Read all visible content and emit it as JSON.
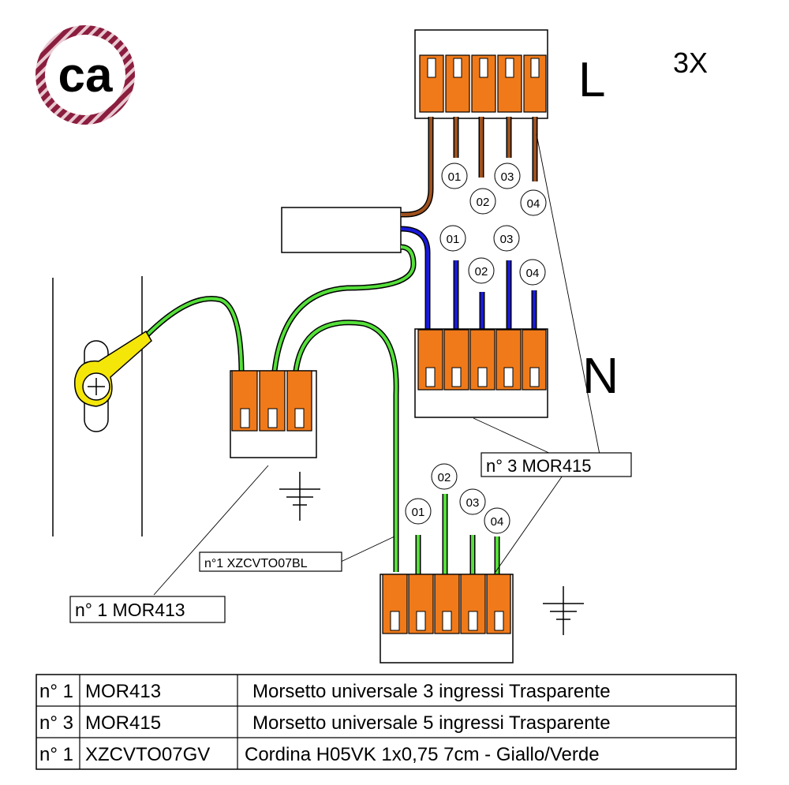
{
  "logo": {
    "text": "ca",
    "ring_color": "#8B1E3F",
    "text_color": "#58595B"
  },
  "quantity_label": "3X",
  "phase_labels": {
    "line": "L",
    "neutral": "N"
  },
  "wire_numbers": {
    "brown": [
      "01",
      "02",
      "03",
      "04"
    ],
    "blue": [
      "01",
      "02",
      "03",
      "04"
    ],
    "green": [
      "01",
      "02",
      "03",
      "04"
    ]
  },
  "callouts": {
    "mor415": "n° 3 MOR415",
    "mor413": "n° 1  MOR413",
    "cable": "n°1 XZCVTO07BL"
  },
  "colors": {
    "connector": "#F07A1A",
    "brown_wire": "#A0521E",
    "blue_wire": "#1A1ADB",
    "green_wire": "#55E03A",
    "eyelet": "#F5E60A"
  },
  "icons": [
    "ground-symbol",
    "screw-icon"
  ],
  "parts_table": {
    "rows": [
      {
        "qty": "n° 1",
        "code": "MOR413",
        "description": "Morsetto universale 3 ingressi Trasparente"
      },
      {
        "qty": "n° 3",
        "code": "MOR415",
        "description": "Morsetto universale 5 ingressi  Trasparente"
      },
      {
        "qty": "n° 1",
        "code": "XZCVTO07GV",
        "description": "Cordina H05VK 1x0,75 7cm - Giallo/Verde"
      }
    ]
  }
}
